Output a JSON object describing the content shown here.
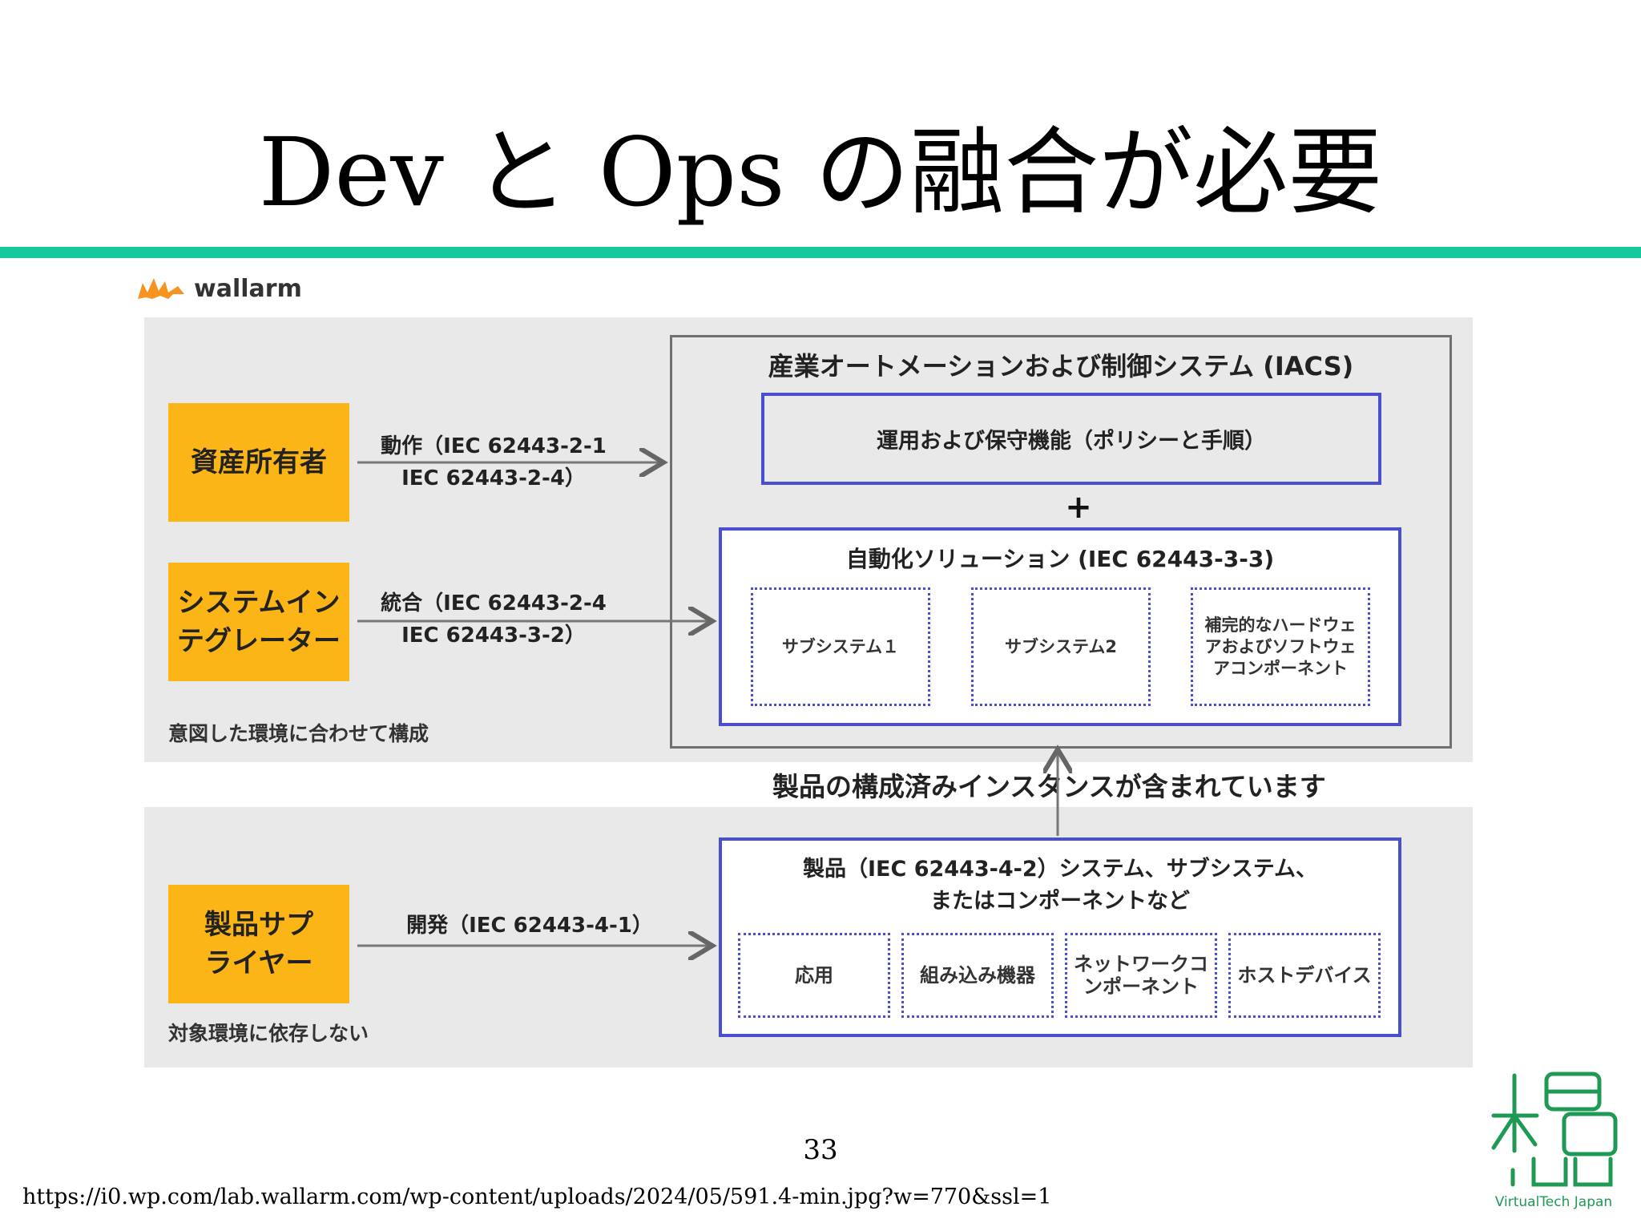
{
  "slide": {
    "title": "Dev と Ops の融合が必要",
    "page_number": "33",
    "source_url": "https://i0.wp.com/lab.wallarm.com/wp-content/uploads/2024/05/591.4-min.jpg?w=770&ssl=1"
  },
  "logo": {
    "text": "wallarm",
    "icon": "wallarm-logo-icon"
  },
  "diagram": {
    "actors": {
      "asset_owner": "資産所有者",
      "system_integrator": "システムイン\nテグレーター",
      "product_supplier": "製品サプ\nライヤー"
    },
    "flows": {
      "operation": "動作（IEC 62443-2-1\nIEC 62443-2-4）",
      "integration": "統合（IEC 62443-2-4\nIEC 62443-3-2）",
      "development": "開発（IEC 62443-4-1）"
    },
    "notes": {
      "top": "意図した環境に合わせて構成",
      "bottom": "対象環境に依存しない"
    },
    "iacs": {
      "title": "産業オートメーションおよび制御システム (IACS)",
      "ops_box": "運用および保守機能（ポリシーと手順）",
      "plus": "+",
      "automation_title": "自動化ソリューション (IEC 62443-3-3)",
      "subsystems": [
        "サブシステム１",
        "サブシステム2",
        "補完的なハードウェ\nアおよびソフトウェ\nアコンポーネント"
      ]
    },
    "instance_text": "製品の構成済みインスタンスが含まれています",
    "product": {
      "title": "製品（IEC 62443-4-2）システム、サブシステム、\nまたはコンポーネントなど",
      "components": [
        "応用",
        "組み込み機器",
        "ネットワークコ\nンポーネント",
        "ホストデバイス"
      ]
    }
  },
  "brand": {
    "text": "VirtualTech Japan",
    "icon": "virtualtech-japan-logo-icon"
  },
  "colors": {
    "accent_rule": "#16c99c",
    "actor_fill": "#fbb516",
    "box_border_blue": "#4a4fd2",
    "panel_fill": "#e9e9e9",
    "brand_green": "#1f9a55"
  }
}
